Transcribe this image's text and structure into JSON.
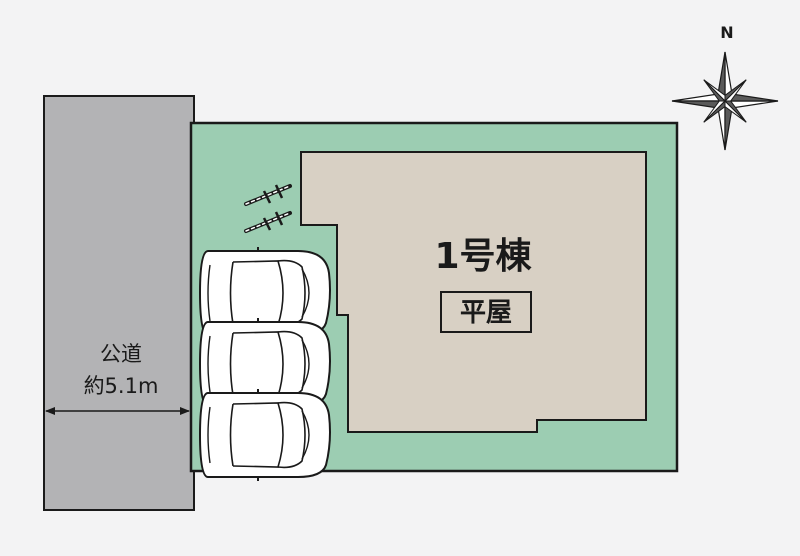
{
  "road": {
    "label": "公道",
    "width_label": "約5.1m"
  },
  "building": {
    "name": "1号棟",
    "type": "平屋"
  },
  "compass": {
    "north": "N"
  },
  "parking": {
    "cars": 3,
    "bicycles": 2
  },
  "colors": {
    "background": "#f3f3f4",
    "road": "#b3b3b5",
    "lot": "#9ccdb2",
    "building": "#d8d0c4",
    "outline": "#1a1a1a"
  }
}
